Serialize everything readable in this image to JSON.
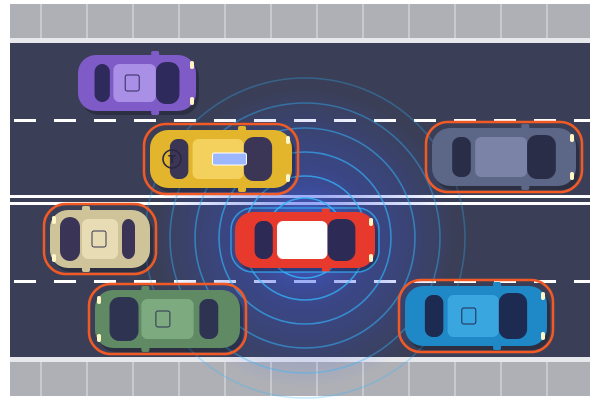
{
  "scene": {
    "colors": {
      "road": "#3a3f57",
      "sidewalk": "#aeb0b6",
      "sidewalk_joint": "#c9cace",
      "curb": "#e6e8ec",
      "lane_dash": "#ffffff",
      "radar": "#33b6ff",
      "radar_glow": "#3a5cff",
      "sensor_outline": "#f15a24"
    },
    "radar_rings": 6,
    "taxi_roof_sign": "T",
    "cars": [
      {
        "id": "purple-car",
        "body": "#7f5bc7",
        "roof": "#a98fe6",
        "glass": "#2e2a5c",
        "detected": false
      },
      {
        "id": "taxi-car",
        "body": "#e3b52c",
        "roof": "#f4d15c",
        "glass": "#3b3556",
        "detected": true
      },
      {
        "id": "grey-car-right",
        "body": "#5c6686",
        "roof": "#7b84a6",
        "glass": "#2a2d47",
        "detected": true
      },
      {
        "id": "beige-car",
        "body": "#cfc39a",
        "roof": "#e7dcb4",
        "glass": "#3a3556",
        "detected": true
      },
      {
        "id": "autonomous-red-car",
        "body": "#e83a2c",
        "roof": "#ffffff",
        "glass": "#2d2a55",
        "detected": false
      },
      {
        "id": "green-suv",
        "body": "#5f8a63",
        "roof": "#7eaa80",
        "glass": "#2e3352",
        "detected": true
      },
      {
        "id": "blue-car",
        "body": "#1f88c6",
        "roof": "#3aa6df",
        "glass": "#1d2b52",
        "detected": true
      }
    ]
  }
}
